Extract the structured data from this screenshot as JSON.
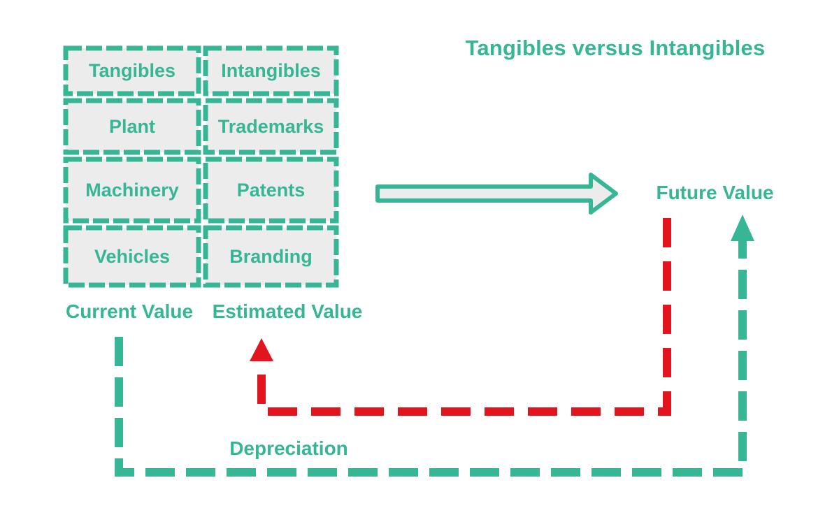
{
  "title": "Tangibles versus Intangibles",
  "colors": {
    "green": "#36b695",
    "red": "#e2141e",
    "cell_fill": "#ececec",
    "background": "#ffffff"
  },
  "table": {
    "rows": [
      [
        "Tangibles",
        "Intangibles"
      ],
      [
        "Plant",
        "Trademarks"
      ],
      [
        "Machinery",
        "Patents"
      ],
      [
        "Vehicles",
        "Branding"
      ]
    ]
  },
  "labels": {
    "current_value": "Current Value",
    "estimated_value": "Estimated Value",
    "future_value": "Future Value",
    "depreciation": "Depreciation"
  },
  "flows": [
    {
      "name": "table-to-future-value",
      "style": "solid-outline-arrow",
      "color": "#36b695",
      "from": "table",
      "to": "Future Value"
    },
    {
      "name": "future-value-to-estimated-value",
      "style": "dashed-arrow",
      "color": "#e2141e",
      "from": "Future Value",
      "to": "Estimated Value",
      "label": "Depreciation"
    },
    {
      "name": "current-value-to-future-value",
      "style": "dashed-arrow",
      "color": "#36b695",
      "from": "Current Value",
      "to": "Future Value"
    }
  ]
}
